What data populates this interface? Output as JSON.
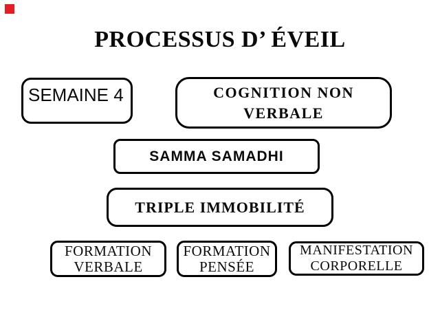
{
  "slide": {
    "marker": {
      "color": "#e31e24"
    },
    "title": "PROCESSUS D’ ÉVEIL",
    "row1": {
      "semaine": {
        "label": "SEMAINE 4"
      },
      "cognition": {
        "lines": [
          "COGNITION NON",
          "VERBALE"
        ]
      }
    },
    "row2": {
      "samadhi": {
        "label": "SAMMA SAMADHI"
      }
    },
    "row3": {
      "triple": {
        "label": "TRIPLE IMMOBILITÉ"
      }
    },
    "row4": {
      "formation_verbale": {
        "lines": [
          "FORMATION",
          "VERBALE"
        ]
      },
      "formation_pensee": {
        "lines": [
          "FORMATION",
          "PENSÉE"
        ]
      },
      "manifestation_corporelle": {
        "lines": [
          "MANIFESTATION",
          "CORPORELLE"
        ]
      }
    }
  }
}
